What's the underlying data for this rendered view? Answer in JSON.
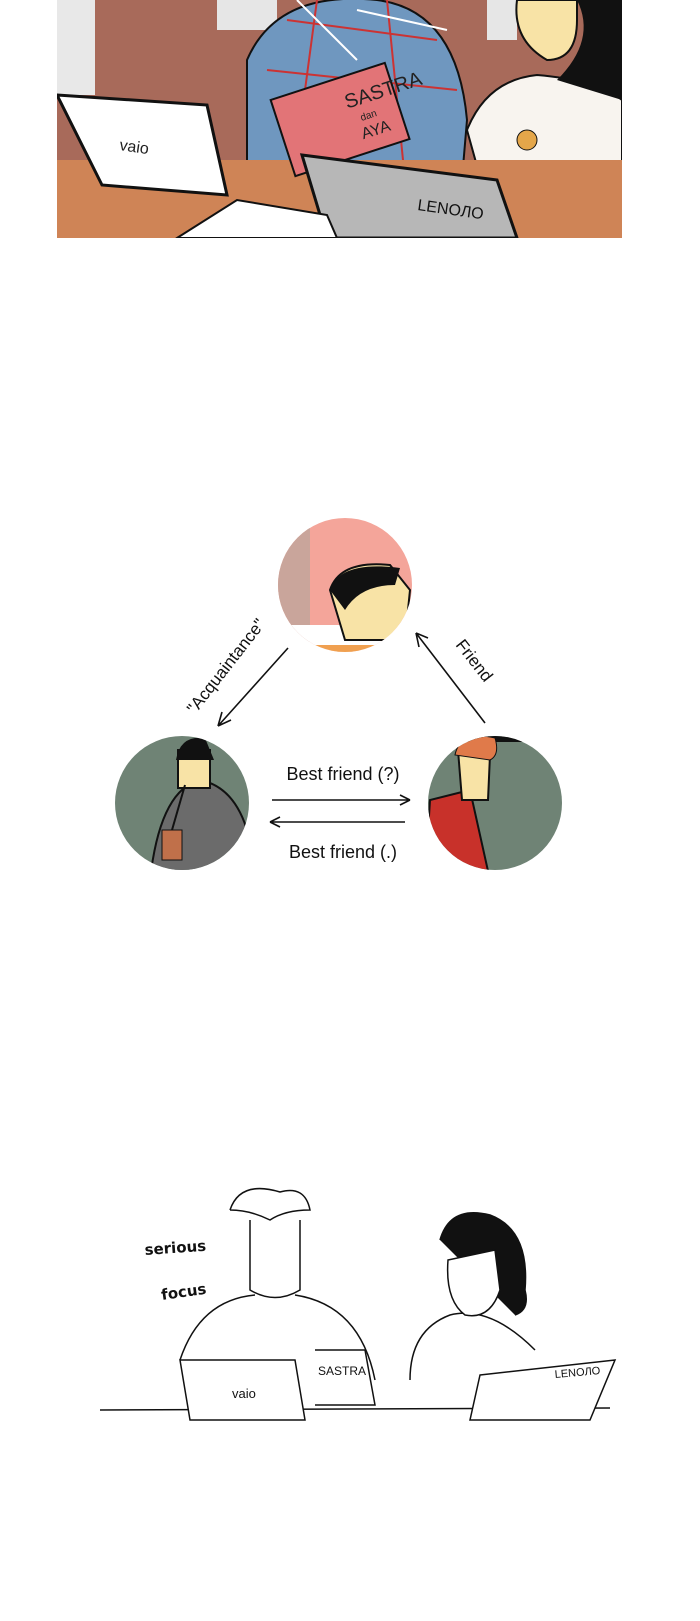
{
  "panel1": {
    "book_title": "SASTRA",
    "book_sub1": "dan",
    "book_sub2": "AYA",
    "laptop_left": "vaio",
    "laptop_right": "LENOЛO"
  },
  "diagram": {
    "acquaintance": "\"Acquaintance\"",
    "friend": "Friend",
    "best_friend_q": "Best friend (?)",
    "best_friend_dot": "Best friend (.)"
  },
  "panel3": {
    "serious": "serious",
    "focus": "focus",
    "laptop_left": "vaio",
    "book": "SASTRA",
    "laptop_right": "LENOЛO"
  }
}
